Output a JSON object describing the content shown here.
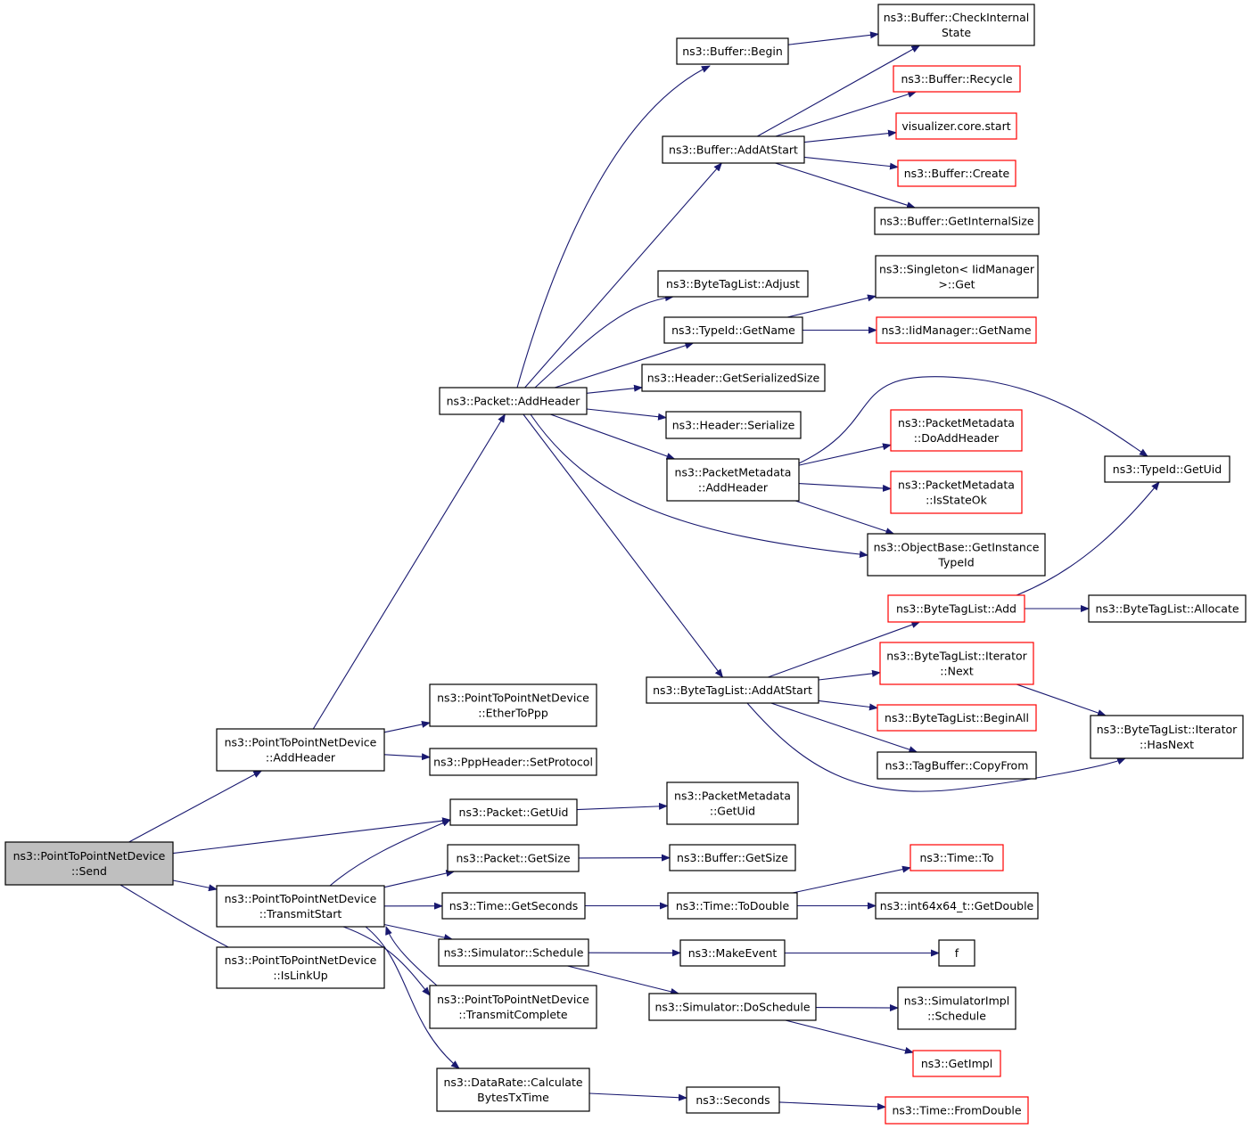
{
  "colors": {
    "edge": "#191970",
    "border": "#000000",
    "border_red": "#ff0000",
    "root_fill": "#bfbfbf"
  },
  "nodes": [
    {
      "id": "send",
      "lines": [
        "ns3::PointToPointNetDevice",
        "::Send"
      ],
      "style": "root"
    },
    {
      "id": "p2p_addheader",
      "lines": [
        "ns3::PointToPointNetDevice",
        "::AddHeader"
      ],
      "style": "normal"
    },
    {
      "id": "transmitstart",
      "lines": [
        "ns3::PointToPointNetDevice",
        "::TransmitStart"
      ],
      "style": "normal"
    },
    {
      "id": "islinkup",
      "lines": [
        "ns3::PointToPointNetDevice",
        "::IsLinkUp"
      ],
      "style": "normal"
    },
    {
      "id": "packet_addheader",
      "lines": [
        "ns3::Packet::AddHeader"
      ],
      "style": "normal"
    },
    {
      "id": "ethertoppp",
      "lines": [
        "ns3::PointToPointNetDevice",
        "::EtherToPpp"
      ],
      "style": "normal"
    },
    {
      "id": "setprotocol",
      "lines": [
        "ns3::PppHeader::SetProtocol"
      ],
      "style": "normal"
    },
    {
      "id": "packet_getuid",
      "lines": [
        "ns3::Packet::GetUid"
      ],
      "style": "normal"
    },
    {
      "id": "packet_getsize",
      "lines": [
        "ns3::Packet::GetSize"
      ],
      "style": "normal"
    },
    {
      "id": "time_getseconds",
      "lines": [
        "ns3::Time::GetSeconds"
      ],
      "style": "normal"
    },
    {
      "id": "sim_schedule",
      "lines": [
        "ns3::Simulator::Schedule"
      ],
      "style": "normal"
    },
    {
      "id": "transmitcomplete",
      "lines": [
        "ns3::PointToPointNetDevice",
        "::TransmitComplete"
      ],
      "style": "normal"
    },
    {
      "id": "calcbytes",
      "lines": [
        "ns3::DataRate::Calculate",
        "BytesTxTime"
      ],
      "style": "normal"
    },
    {
      "id": "buffer_begin",
      "lines": [
        "ns3::Buffer::Begin"
      ],
      "style": "normal"
    },
    {
      "id": "buffer_addatstart",
      "lines": [
        "ns3::Buffer::AddAtStart"
      ],
      "style": "normal"
    },
    {
      "id": "btl_adjust",
      "lines": [
        "ns3::ByteTagList::Adjust"
      ],
      "style": "normal"
    },
    {
      "id": "typeid_getname",
      "lines": [
        "ns3::TypeId::GetName"
      ],
      "style": "normal"
    },
    {
      "id": "header_getsersize",
      "lines": [
        "ns3::Header::GetSerializedSize"
      ],
      "style": "normal"
    },
    {
      "id": "header_serialize",
      "lines": [
        "ns3::Header::Serialize"
      ],
      "style": "normal"
    },
    {
      "id": "pm_addheader",
      "lines": [
        "ns3::PacketMetadata",
        "::AddHeader"
      ],
      "style": "normal"
    },
    {
      "id": "btl_addatstart",
      "lines": [
        "ns3::ByteTagList::AddAtStart"
      ],
      "style": "normal"
    },
    {
      "id": "pm_getuid",
      "lines": [
        "ns3::PacketMetadata",
        "::GetUid"
      ],
      "style": "normal"
    },
    {
      "id": "buffer_getsize",
      "lines": [
        "ns3::Buffer::GetSize"
      ],
      "style": "normal"
    },
    {
      "id": "time_todouble",
      "lines": [
        "ns3::Time::ToDouble"
      ],
      "style": "normal"
    },
    {
      "id": "makeevent",
      "lines": [
        "ns3::MakeEvent"
      ],
      "style": "normal"
    },
    {
      "id": "sim_doschedule",
      "lines": [
        "ns3::Simulator::DoSchedule"
      ],
      "style": "normal"
    },
    {
      "id": "seconds",
      "lines": [
        "ns3::Seconds"
      ],
      "style": "normal"
    },
    {
      "id": "buffer_checkinternal",
      "lines": [
        "ns3::Buffer::CheckInternal",
        "State"
      ],
      "style": "normal"
    },
    {
      "id": "buffer_recycle",
      "lines": [
        "ns3::Buffer::Recycle"
      ],
      "style": "red"
    },
    {
      "id": "viz_start",
      "lines": [
        "visualizer.core.start"
      ],
      "style": "red"
    },
    {
      "id": "buffer_create",
      "lines": [
        "ns3::Buffer::Create"
      ],
      "style": "red"
    },
    {
      "id": "buffer_getinternalsize",
      "lines": [
        "ns3::Buffer::GetInternalSize"
      ],
      "style": "normal"
    },
    {
      "id": "singleton_get",
      "lines": [
        "ns3::Singleton< IidManager",
        ">::Get"
      ],
      "style": "normal"
    },
    {
      "id": "iidmanager_getname",
      "lines": [
        "ns3::IidManager::GetName"
      ],
      "style": "red"
    },
    {
      "id": "pm_doaddheader",
      "lines": [
        "ns3::PacketMetadata",
        "::DoAddHeader"
      ],
      "style": "red"
    },
    {
      "id": "pm_isstateok",
      "lines": [
        "ns3::PacketMetadata",
        "::IsStateOk"
      ],
      "style": "red"
    },
    {
      "id": "objbase_getinstance",
      "lines": [
        "ns3::ObjectBase::GetInstance",
        "TypeId"
      ],
      "style": "normal"
    },
    {
      "id": "typeid_getuid",
      "lines": [
        "ns3::TypeId::GetUid"
      ],
      "style": "normal"
    },
    {
      "id": "btl_add",
      "lines": [
        "ns3::ByteTagList::Add"
      ],
      "style": "red"
    },
    {
      "id": "btl_iter_next",
      "lines": [
        "ns3::ByteTagList::Iterator",
        "::Next"
      ],
      "style": "red"
    },
    {
      "id": "btl_beginall",
      "lines": [
        "ns3::ByteTagList::BeginAll"
      ],
      "style": "red"
    },
    {
      "id": "tagbuffer_copyfrom",
      "lines": [
        "ns3::TagBuffer::CopyFrom"
      ],
      "style": "normal"
    },
    {
      "id": "btl_allocate",
      "lines": [
        "ns3::ByteTagList::Allocate"
      ],
      "style": "normal"
    },
    {
      "id": "btl_iter_hasnext",
      "lines": [
        "ns3::ByteTagList::Iterator",
        "::HasNext"
      ],
      "style": "normal"
    },
    {
      "id": "time_to",
      "lines": [
        "ns3::Time::To"
      ],
      "style": "red"
    },
    {
      "id": "int64_getdouble",
      "lines": [
        "ns3::int64x64_t::GetDouble"
      ],
      "style": "normal"
    },
    {
      "id": "f",
      "lines": [
        "f"
      ],
      "style": "normal"
    },
    {
      "id": "simimpl_schedule",
      "lines": [
        "ns3::SimulatorImpl",
        "::Schedule"
      ],
      "style": "normal"
    },
    {
      "id": "getimpl",
      "lines": [
        "ns3::GetImpl"
      ],
      "style": "red"
    },
    {
      "id": "time_fromdouble",
      "lines": [
        "ns3::Time::FromDouble"
      ],
      "style": "red"
    }
  ],
  "edges": [
    [
      "send",
      "p2p_addheader"
    ],
    [
      "send",
      "packet_getuid"
    ],
    [
      "send",
      "transmitstart"
    ],
    [
      "send",
      "islinkup"
    ],
    [
      "p2p_addheader",
      "packet_addheader"
    ],
    [
      "p2p_addheader",
      "ethertoppp"
    ],
    [
      "p2p_addheader",
      "setprotocol"
    ],
    [
      "transmitstart",
      "packet_getuid"
    ],
    [
      "transmitstart",
      "packet_getsize"
    ],
    [
      "transmitstart",
      "time_getseconds"
    ],
    [
      "transmitstart",
      "sim_schedule"
    ],
    [
      "transmitstart",
      "transmitcomplete"
    ],
    [
      "transmitstart",
      "calcbytes"
    ],
    [
      "transmitcomplete",
      "transmitstart"
    ],
    [
      "packet_addheader",
      "buffer_begin"
    ],
    [
      "packet_addheader",
      "buffer_addatstart"
    ],
    [
      "packet_addheader",
      "btl_adjust"
    ],
    [
      "packet_addheader",
      "typeid_getname"
    ],
    [
      "packet_addheader",
      "header_getsersize"
    ],
    [
      "packet_addheader",
      "header_serialize"
    ],
    [
      "packet_addheader",
      "pm_addheader"
    ],
    [
      "packet_addheader",
      "objbase_getinstance"
    ],
    [
      "packet_addheader",
      "btl_addatstart"
    ],
    [
      "buffer_begin",
      "buffer_checkinternal"
    ],
    [
      "buffer_addatstart",
      "buffer_checkinternal"
    ],
    [
      "buffer_addatstart",
      "buffer_recycle"
    ],
    [
      "buffer_addatstart",
      "viz_start"
    ],
    [
      "buffer_addatstart",
      "buffer_create"
    ],
    [
      "buffer_addatstart",
      "buffer_getinternalsize"
    ],
    [
      "typeid_getname",
      "singleton_get"
    ],
    [
      "typeid_getname",
      "iidmanager_getname"
    ],
    [
      "pm_addheader",
      "typeid_getuid"
    ],
    [
      "pm_addheader",
      "pm_doaddheader"
    ],
    [
      "pm_addheader",
      "pm_isstateok"
    ],
    [
      "pm_addheader",
      "objbase_getinstance"
    ],
    [
      "btl_addatstart",
      "btl_add"
    ],
    [
      "btl_addatstart",
      "btl_iter_next"
    ],
    [
      "btl_addatstart",
      "btl_beginall"
    ],
    [
      "btl_addatstart",
      "tagbuffer_copyfrom"
    ],
    [
      "btl_addatstart",
      "btl_iter_hasnext"
    ],
    [
      "btl_add",
      "typeid_getuid"
    ],
    [
      "btl_add",
      "btl_allocate"
    ],
    [
      "btl_iter_next",
      "btl_iter_hasnext"
    ],
    [
      "packet_getuid",
      "pm_getuid"
    ],
    [
      "packet_getsize",
      "buffer_getsize"
    ],
    [
      "time_getseconds",
      "time_todouble"
    ],
    [
      "time_todouble",
      "time_to"
    ],
    [
      "time_todouble",
      "int64_getdouble"
    ],
    [
      "sim_schedule",
      "makeevent"
    ],
    [
      "sim_schedule",
      "sim_doschedule"
    ],
    [
      "makeevent",
      "f"
    ],
    [
      "sim_doschedule",
      "simimpl_schedule"
    ],
    [
      "sim_doschedule",
      "getimpl"
    ],
    [
      "calcbytes",
      "seconds"
    ],
    [
      "seconds",
      "time_fromdouble"
    ]
  ]
}
